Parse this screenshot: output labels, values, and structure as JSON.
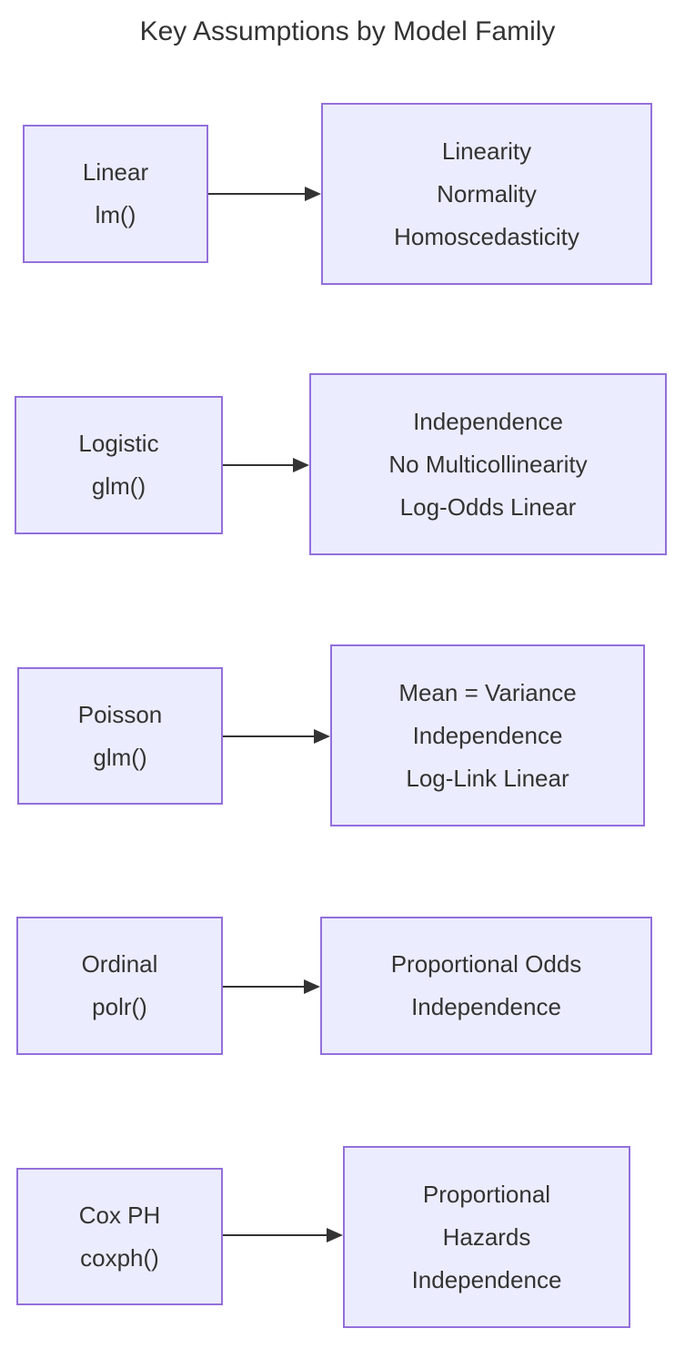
{
  "title": "Key Assumptions by Model Family",
  "colors": {
    "node_fill": "#ECECFF",
    "node_border": "#9370DB",
    "text": "#333333",
    "arrow": "#333333",
    "background": "#FFFFFF"
  },
  "rows": [
    {
      "model": [
        "Linear",
        "lm()"
      ],
      "assumptions": [
        "Linearity",
        "Normality",
        "Homoscedasticity"
      ]
    },
    {
      "model": [
        "Logistic",
        "glm()"
      ],
      "assumptions": [
        "Independence",
        "No Multicollinearity",
        "Log-Odds Linear"
      ]
    },
    {
      "model": [
        "Poisson",
        "glm()"
      ],
      "assumptions": [
        "Mean = Variance",
        "Independence",
        "Log-Link Linear"
      ]
    },
    {
      "model": [
        "Ordinal",
        "polr()"
      ],
      "assumptions": [
        "Proportional Odds",
        "Independence"
      ]
    },
    {
      "model": [
        "Cox PH",
        "coxph()"
      ],
      "assumptions": [
        "Proportional",
        "Hazards",
        "Independence"
      ]
    }
  ]
}
